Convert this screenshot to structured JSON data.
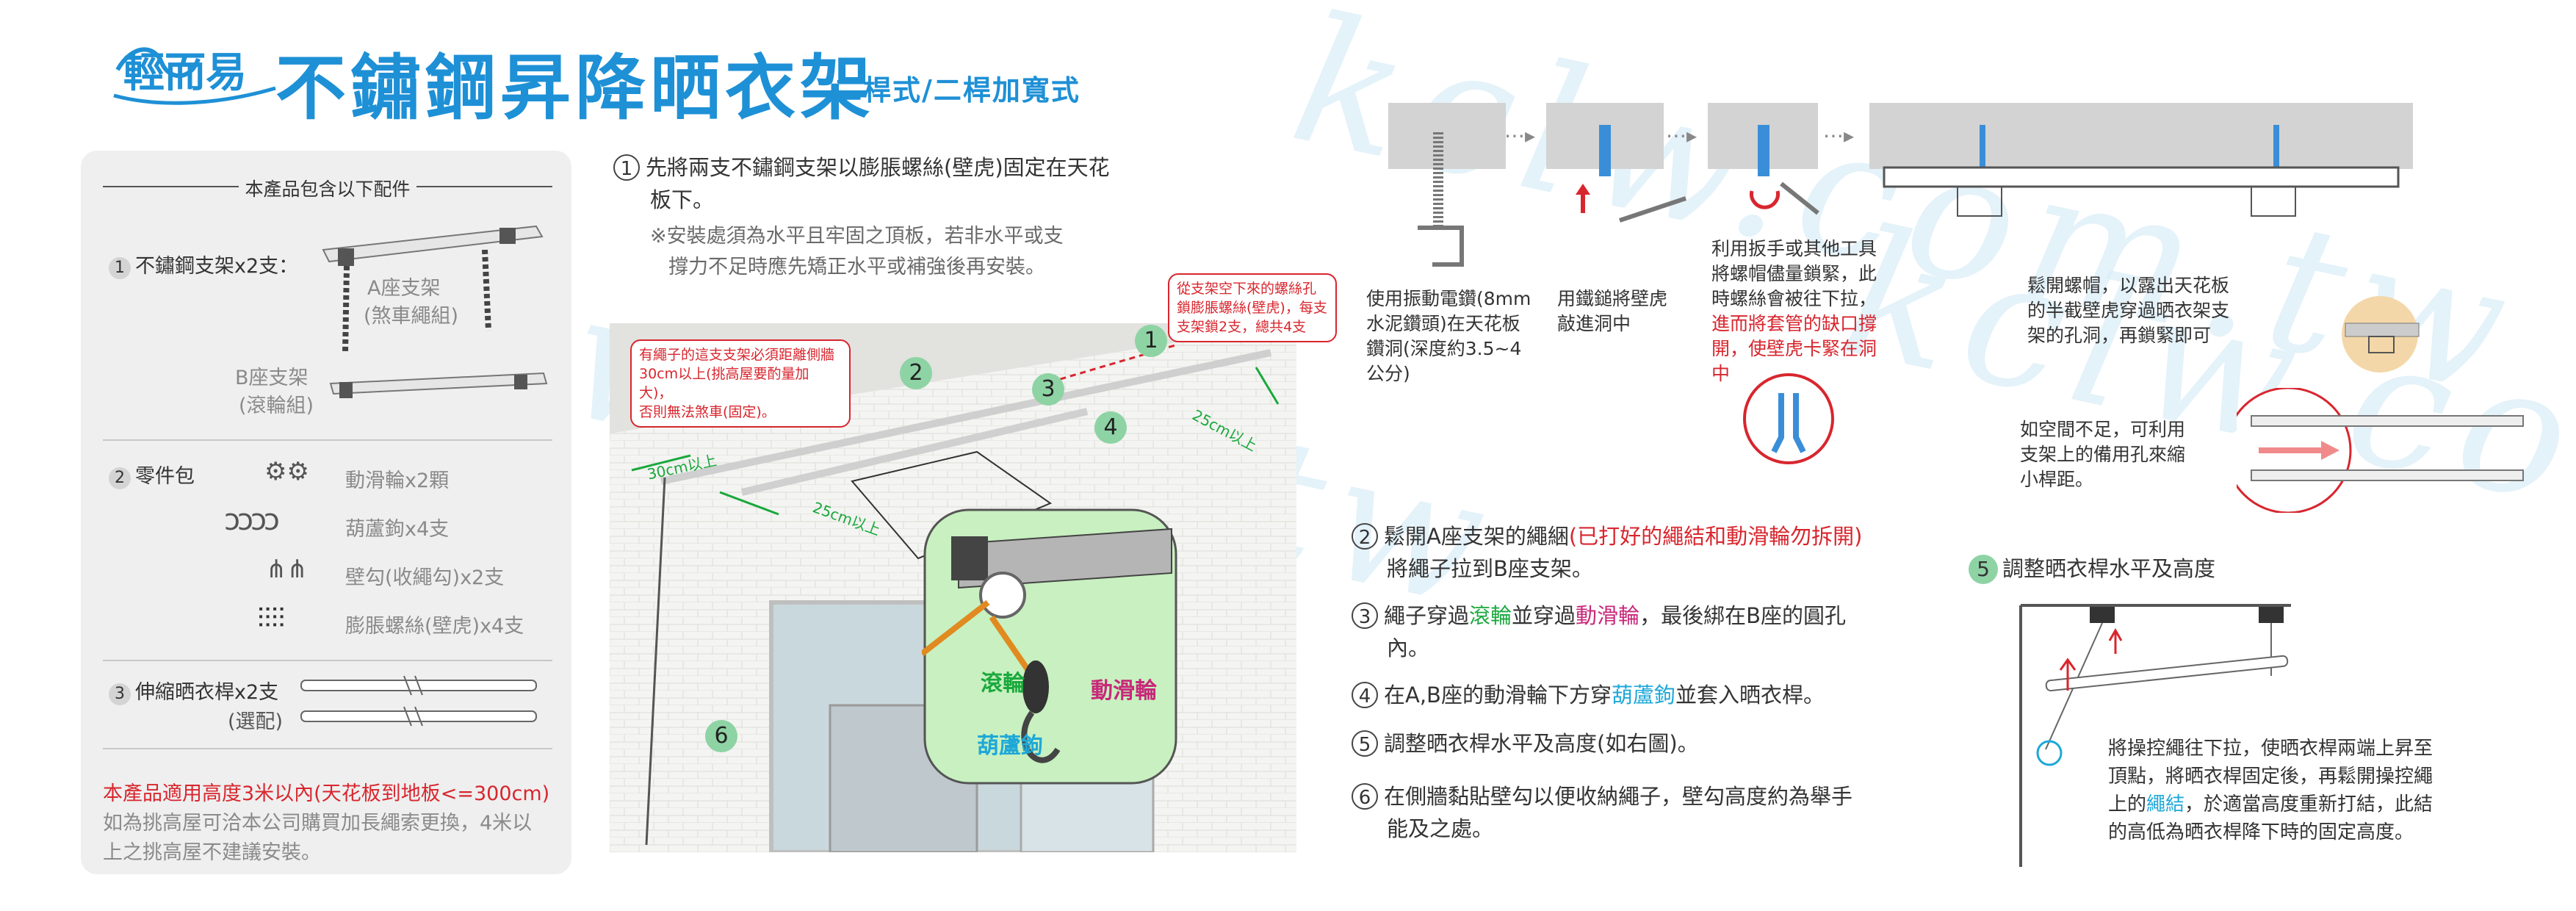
{
  "header": {
    "logo_text": "輕而易",
    "title": "不鏽鋼昇降晒衣架",
    "subtitle": "二桿式/二桿加寬式"
  },
  "watermark": "kclw.com.tw",
  "package": {
    "heading": "本產品包含以下配件",
    "item1": {
      "num": "1",
      "label": "不鏽鋼支架x2支：",
      "a_label": "A座支架",
      "a_sub": "(煞車繩組)",
      "b_label": "B座支架",
      "b_sub": "(滾輪組)"
    },
    "item2": {
      "num": "2",
      "label": "零件包",
      "parts": [
        "動滑輪x2顆",
        "葫蘆鉤x4支",
        "壁勾(收繩勾)x2支",
        "膨脹螺絲(壁虎)x4支"
      ]
    },
    "item3": {
      "num": "3",
      "label": "伸縮晒衣桿x2支",
      "sub": "(選配)"
    },
    "note_red": "本產品適用高度3米以內(天花板到地板<=300cm)",
    "note_gray_1": "如為挑高屋可洽本公司購買加長繩索更換，4米以",
    "note_gray_2": "上之挑高屋不建議安裝。"
  },
  "step1": {
    "num": "1",
    "text_1": "先將兩支不鏽鋼支架以膨脹螺絲(壁虎)固定在天花",
    "text_2": "板下。",
    "note_1": "※安裝處須為水平且牢固之頂板，若非水平或支",
    "note_2": "撐力不足時應先矯正水平或補強後再安裝。"
  },
  "photo": {
    "callout_left_1": "有繩子的這支支架必須距離側牆",
    "callout_left_2": "30cm以上(挑高屋要酌量加大)，",
    "callout_left_3": "否則無法煞車(固定)。",
    "callout_right_1": "從支架空下來的螺絲孔",
    "callout_right_2": "鎖膨脹螺絲(壁虎)，每支",
    "callout_right_3": "支架鎖2支，總共4支",
    "dim_30": "30cm以上",
    "dim_25a": "25cm以上",
    "dim_25b": "25cm以上",
    "nums": [
      "1",
      "2",
      "3",
      "4",
      "6"
    ],
    "label_roller": "滾輪",
    "label_pulley": "動滑輪",
    "label_hook": "葫蘆鉤"
  },
  "install": {
    "cap1_1": "使用振動電鑽(8mm",
    "cap1_2": "水泥鑽頭)在天花板",
    "cap1_3": "鑽洞(深度約3.5~4",
    "cap1_4": "公分)",
    "cap2_1": "用鐵鎚將壁虎",
    "cap2_2": "敲進洞中",
    "cap3_1": "利用扳手或其他工具",
    "cap3_2": "將螺帽儘量鎖緊，此",
    "cap3_3": "時螺絲會被往下拉，",
    "cap3_4": "進而將套管的缺口撐",
    "cap3_5": "開，使壁虎卡緊在洞",
    "cap3_6": "中",
    "cap4_1": "鬆開螺帽，以露出天花板",
    "cap4_2": "的半截壁虎穿過晒衣架支",
    "cap4_3": "架的孔洞，再鎖緊即可",
    "space_1": "如空間不足，可利用",
    "space_2": "支架上的備用孔來縮",
    "space_3": "小桿距。"
  },
  "steps": {
    "s2_num": "2",
    "s2_a": "鬆開A座支架的繩綑",
    "s2_red": "(已打好的繩結和動滑輪勿拆開)",
    "s2_b": "將繩子拉到B座支架。",
    "s3_num": "3",
    "s3_a": "繩子穿過",
    "s3_green": "滾輪",
    "s3_b": "並穿過",
    "s3_mag": "動滑輪",
    "s3_c": "，最後綁在B座的圓孔",
    "s3_d": "內。",
    "s4_num": "4",
    "s4_a": "在A,B座的動滑輪下方穿",
    "s4_cyan": "葫蘆鉤",
    "s4_b": "並套入晒衣桿。",
    "s5_num": "5",
    "s5_text": "調整晒衣桿水平及高度(如右圖)。",
    "s6_num": "6",
    "s6_a": "在側牆黏貼壁勾以便收納繩子，壁勾高度約為舉手",
    "s6_b": "能及之處。"
  },
  "adjust": {
    "num": "5",
    "title": "調整晒衣桿水平及高度",
    "t1": "將操控繩往下拉，使晒衣桿兩端上昇至",
    "t2": "頂點，將晒衣桿固定後，再鬆開操控繩",
    "t3a": "上的",
    "t3_cyan": "繩結",
    "t3b": "，於適當高度重新打結，此結",
    "t4": "的高低為晒衣桿降下時的固定高度。"
  },
  "colors": {
    "brand_blue": "#1e90d6",
    "red": "#d8262e",
    "green": "#19a83c",
    "cyan": "#1ea8d8",
    "magenta": "#c8287a"
  }
}
